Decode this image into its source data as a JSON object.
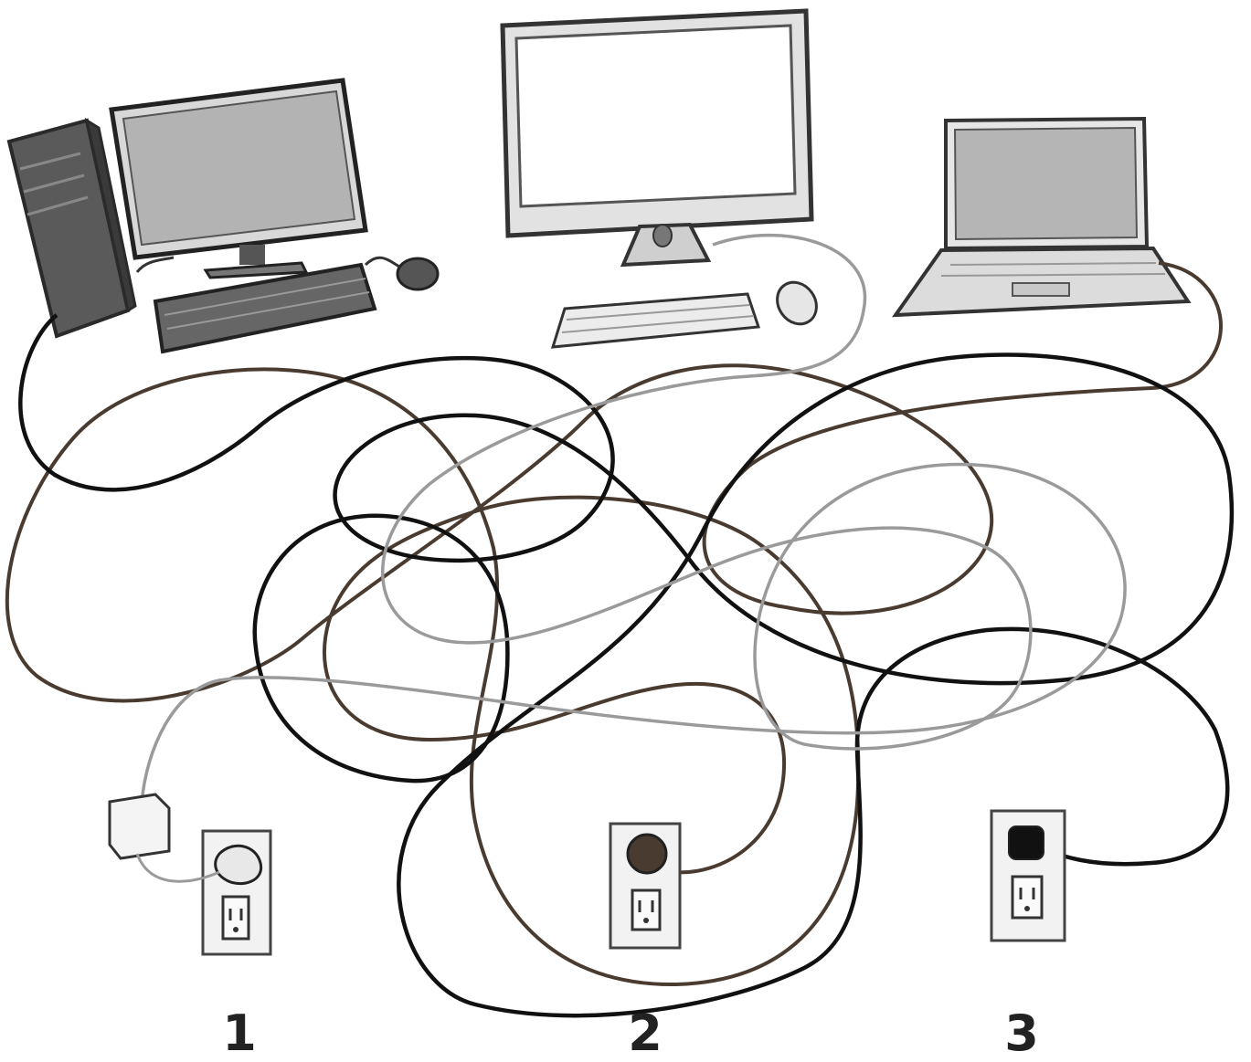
{
  "outlets": [
    {
      "label": "1"
    },
    {
      "label": "2"
    },
    {
      "label": "3"
    }
  ],
  "devices": [
    "desktop-tower-with-monitor",
    "all-in-one-monitor",
    "laptop"
  ],
  "colors": {
    "cable_black": "#111111",
    "cable_brown": "#4a3b30",
    "cable_gray": "#9a9a9a",
    "outline": "#333333",
    "screen_dark": "#a9a9a9",
    "screen_light": "#ffffff"
  }
}
